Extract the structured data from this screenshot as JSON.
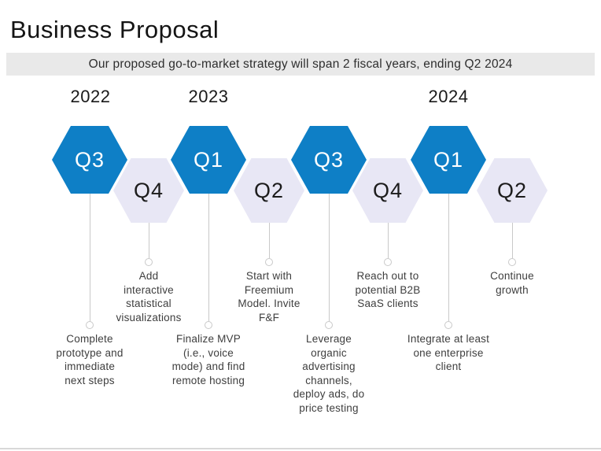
{
  "slide": {
    "title": "Business Proposal",
    "subtitle": "Our proposed go-to-market strategy will span 2 fiscal years, ending Q2 2024"
  },
  "colors": {
    "accent_blue": "#0E7FC6",
    "hex_light": "#E8E7F5",
    "banner_gray": "#E9E9E9",
    "connector_gray": "#C9C9C9",
    "text_dark": "#3E3E3E"
  },
  "timeline": {
    "years": [
      {
        "label": "2022"
      },
      {
        "label": "2023"
      },
      {
        "label": "2024"
      }
    ],
    "milestones": [
      {
        "quarter": "Q3",
        "year": "2022",
        "style": "blue",
        "description": "Complete\nprototype and\nimmediate\nnext steps"
      },
      {
        "quarter": "Q4",
        "year": "2022",
        "style": "light",
        "description": "Add\ninteractive\nstatistical\nvisualizations"
      },
      {
        "quarter": "Q1",
        "year": "2023",
        "style": "blue",
        "description": "Finalize MVP\n(i.e., voice\nmode) and find\nremote hosting"
      },
      {
        "quarter": "Q2",
        "year": "2023",
        "style": "light",
        "description": "Start with\nFreemium\nModel. Invite\nF&F"
      },
      {
        "quarter": "Q3",
        "year": "2023",
        "style": "blue",
        "description": "Leverage\norganic\nadvertising\nchannels,\ndeploy ads, do\nprice testing"
      },
      {
        "quarter": "Q4",
        "year": "2023",
        "style": "light",
        "description": "Reach out to\npotential B2B\nSaaS clients"
      },
      {
        "quarter": "Q1",
        "year": "2024",
        "style": "blue",
        "description": "Integrate at least\none enterprise\nclient"
      },
      {
        "quarter": "Q2",
        "year": "2024",
        "style": "light",
        "description": "Continue\ngrowth"
      }
    ]
  }
}
